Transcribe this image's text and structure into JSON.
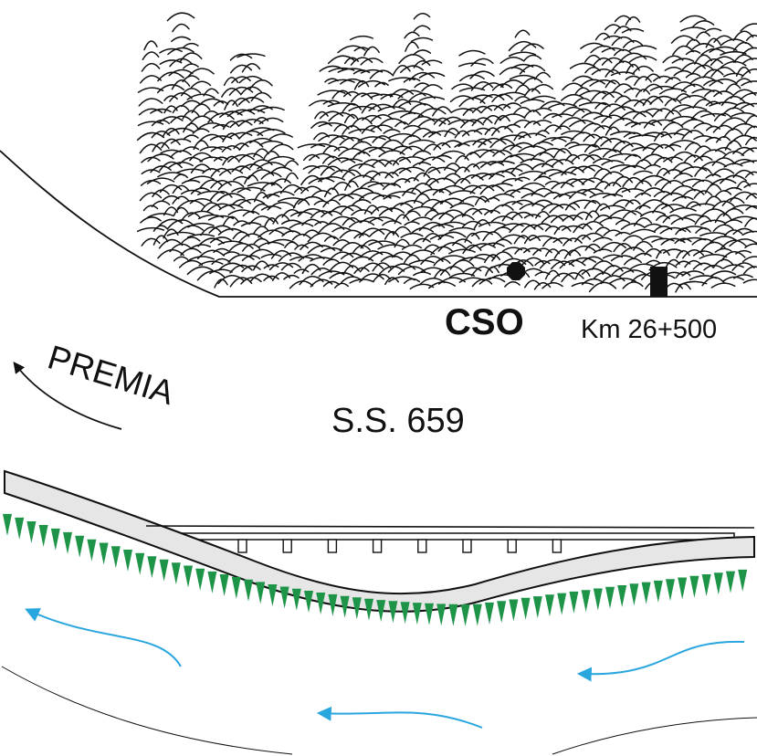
{
  "labels": {
    "site": "CSO",
    "kilometre": "Km 26+500",
    "road": "S.S. 659",
    "direction": "PREMIA"
  },
  "colors": {
    "ink": "#111111",
    "road_fill": "#e6e6e6",
    "vegetation": "#1e9448",
    "flow_arrow": "#2aa6df"
  },
  "symbols": {
    "cso_marker": "octagon-marker",
    "km_marker": "rectangle-marker",
    "direction_arrow": "curved-arrow",
    "flow_arrows": "river-flow-arrow"
  },
  "scale": "cross-section"
}
